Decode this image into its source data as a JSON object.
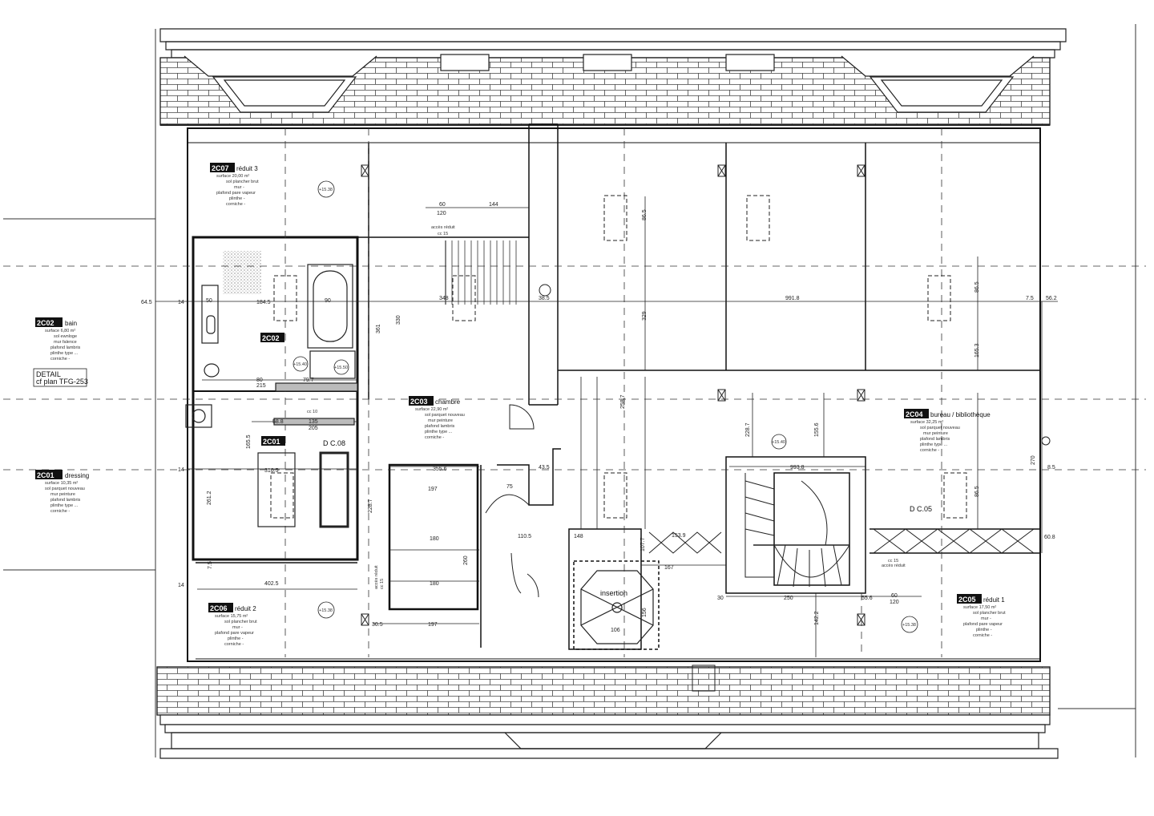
{
  "legend": {
    "bain": {
      "tag": "2C02",
      "name": "bain",
      "lines": [
        "surface 6,80 m²",
        "sol ewnloge",
        "mur falence",
        "plafond lambris",
        "plinthe type ...",
        "corniche -"
      ]
    },
    "detail": {
      "line1": "DETAIL",
      "line2": "cf plan TFG-253"
    },
    "dressing": {
      "tag": "2C01",
      "name": "dressing",
      "lines": [
        "surface 10,35 m²",
        "sol parquet nouveau",
        "mur peinture",
        "plafond lambris",
        "plinthe type ...",
        "corniche -"
      ]
    }
  },
  "rooms": {
    "reduit3": {
      "tag": "2C07",
      "name": "réduit 3",
      "lines": [
        "surface 20,00 m²",
        "sol plancher brut",
        "mur -",
        "plafond pare vapeur",
        "plinthe -",
        "corniche -"
      ]
    },
    "chambre": {
      "tag": "2C03",
      "name": "chambre",
      "lines": [
        "surface 22,90 m²",
        "sol parquet nouveau",
        "mur peinture",
        "plafond lambris",
        "plinthe type ...",
        "corniche -"
      ]
    },
    "bureau": {
      "tag": "2C04",
      "name": "bureau / bibliothèque",
      "lines": [
        "surface 32,25 m²",
        "sol parquet nouveau",
        "mur peinture",
        "plafond lambris",
        "plinthe type ...",
        "corniche -"
      ]
    },
    "reduit2": {
      "tag": "2C06",
      "name": "réduit 2",
      "lines": [
        "surface 15,75 m²",
        "sol plancher brut",
        "mur -",
        "plafond pare vapeur",
        "plinthe -",
        "corniche -"
      ]
    },
    "reduit1": {
      "tag": "2C05",
      "name": "réduit 1",
      "lines": [
        "surface 17,50 m²",
        "sol plancher brut",
        "mur -",
        "plafond pare vapeur",
        "plinthe -",
        "corniche -"
      ]
    },
    "bain_inner": {
      "tag": "2C02"
    },
    "dressing_inner": {
      "tag": "2C01"
    }
  },
  "labels": {
    "dc08": "D C.08",
    "dc05": "D C.05",
    "insertion": "insertion",
    "acces_reduit_top": "accès réduit",
    "cc15_top": "cc 15",
    "acces_reduit_right": "accès réduit",
    "cc15_right": "cc 15",
    "cc10": "cc 10",
    "acces_reduit_left": "accès réduit",
    "cc15_left": "cc 15"
  },
  "levels": [
    "+15.38",
    "+15.40",
    "+15.50",
    "+15.40",
    "+15.38",
    "+15.38"
  ],
  "dimensions": {
    "d60": "60",
    "d120": "120",
    "d144": "144",
    "d348": "348",
    "d38_5": "38.5",
    "d991_8": "991.8",
    "d7_5a": "7.5",
    "d56_2": "56.2",
    "d64_5": "64.5",
    "d14a": "14",
    "d184_5": "184.5",
    "d90": "90",
    "d50": "50",
    "d330": "330",
    "d329": "329",
    "d86_5a": "86.5",
    "d86_5b": "86.5",
    "d86_5c": "86.5",
    "d361": "361",
    "d165_3": "165.3",
    "d215a": "215",
    "d80a": "80",
    "d79_7": "79.7",
    "d135": "135",
    "d205": "205",
    "d58_8": "58.8",
    "d165_5": "165.5",
    "d316_5": "316.5",
    "d355_6": "355.6",
    "d197a": "197",
    "d75": "75",
    "d43_5": "43.5",
    "d258_7": "258.7",
    "d228_7": "228.7",
    "d155_6": "155.6",
    "d270": "270",
    "d8_5": "8.5",
    "d993_8": "993.8",
    "d60_8": "60.8",
    "d180a": "180",
    "d180b": "180",
    "d110_5": "110.5",
    "d148": "148",
    "d167": "167",
    "d153_9": "153.9",
    "d107_7": "107.7",
    "d250": "250",
    "d55_6": "55.6",
    "d60b": "60",
    "d120b": "120",
    "d402_5": "402.5",
    "d30_5": "30.5",
    "d197b": "197",
    "d14b": "14",
    "d14c": "14",
    "d7_5b": "7.5",
    "d106": "106",
    "d156": "156",
    "d142_2": "142.2",
    "d30": "30",
    "d260": "260",
    "d261_2": "261.2",
    "d228_7b": "228.7"
  }
}
